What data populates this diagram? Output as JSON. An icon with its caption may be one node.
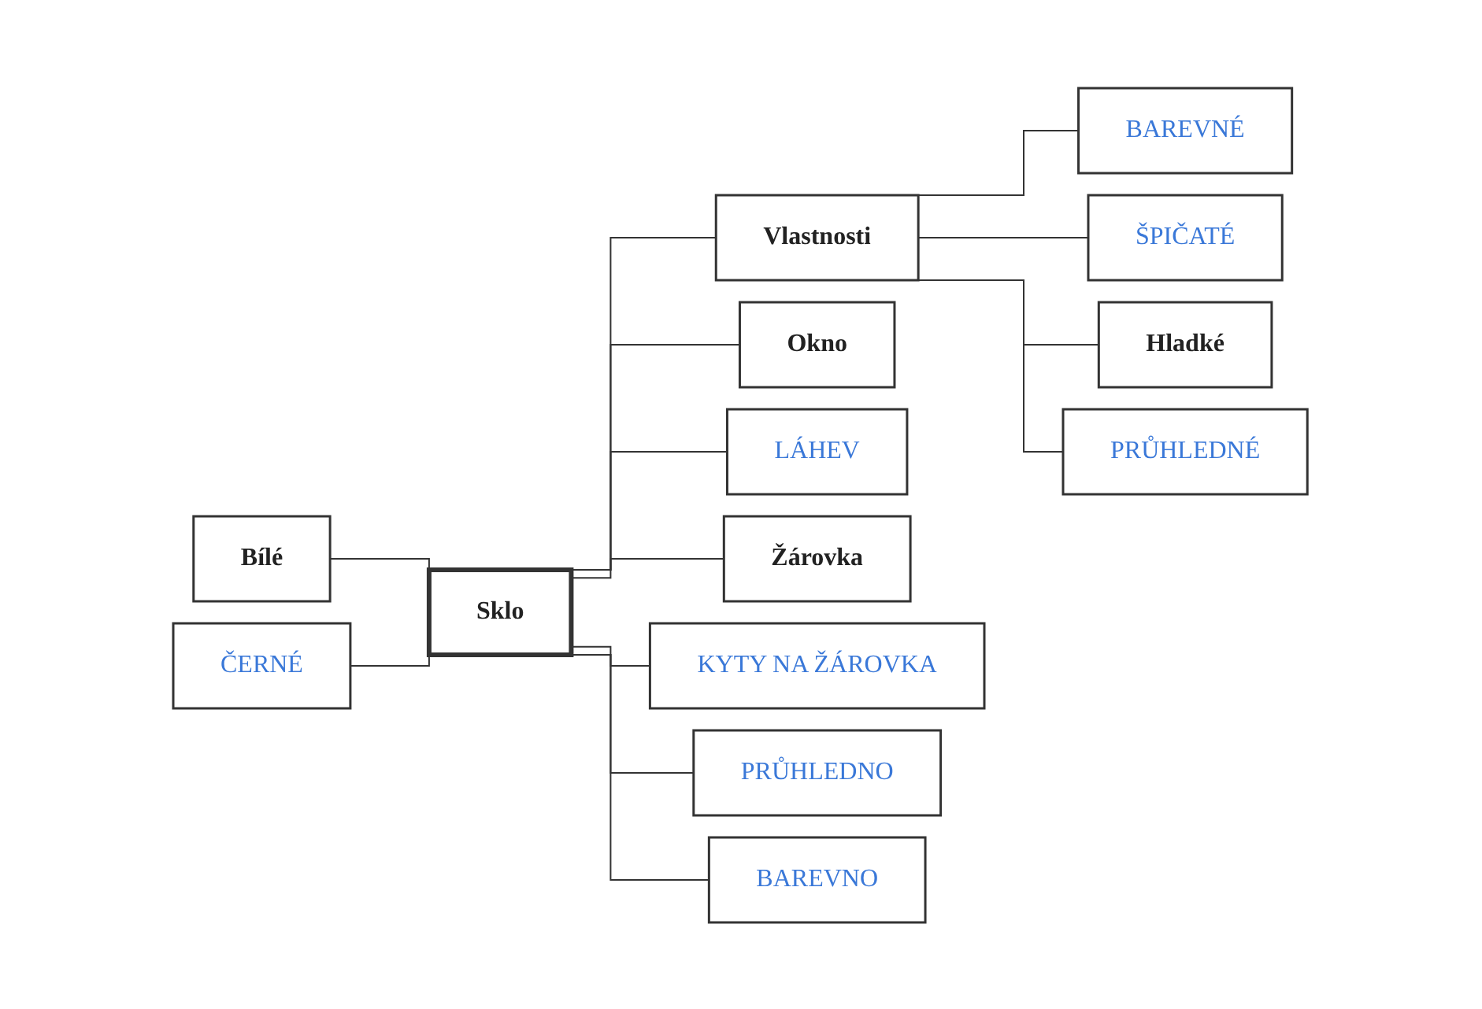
{
  "diagram": {
    "nodes": [
      {
        "text": [
          "Bílé"
        ]
      },
      {
        "text": [
          "ČERNÉ"
        ]
      },
      {
        "text": [
          "Sklo"
        ]
      },
      {
        "text": [
          "Vlastnosti"
        ]
      },
      {
        "text": [
          "BAREVNÉ"
        ]
      },
      {
        "text": [
          "ŠPIČATÉ"
        ]
      },
      {
        "text": [
          "Hladké"
        ]
      },
      {
        "text": [
          "PRŮHLEDNÉ"
        ]
      },
      {
        "text": [
          "Okno"
        ]
      },
      {
        "text": [
          "LÁHEV"
        ]
      },
      {
        "text": [
          "Žárovka"
        ]
      },
      {
        "text": [
          "KYTY NA ŽÁROVKA"
        ]
      },
      {
        "text": [
          "PRŮHLEDNO"
        ]
      },
      {
        "text": [
          "BAREVNO"
        ]
      }
    ],
    "edges": [
      {
        "from": 0,
        "to": 2,
        "arrow": "none"
      },
      {
        "from": 1,
        "to": 2,
        "arrow": "none"
      },
      {
        "from": 2,
        "to": 3,
        "arrow": "none"
      },
      {
        "from": 3,
        "to": 4,
        "arrow": "none"
      },
      {
        "from": 3,
        "to": 5,
        "arrow": "none"
      },
      {
        "from": 3,
        "to": 6,
        "arrow": "none"
      },
      {
        "from": 3,
        "to": 7,
        "arrow": "none"
      },
      {
        "from": 2,
        "to": 8,
        "arrow": "none"
      },
      {
        "from": 2,
        "to": 9,
        "arrow": "none"
      },
      {
        "from": 2,
        "to": 10,
        "arrow": "none"
      },
      {
        "from": 2,
        "to": 11,
        "arrow": "none"
      },
      {
        "from": 2,
        "to": 12,
        "arrow": "none"
      },
      {
        "from": 2,
        "to": 13,
        "arrow": "none"
      }
    ]
  }
}
